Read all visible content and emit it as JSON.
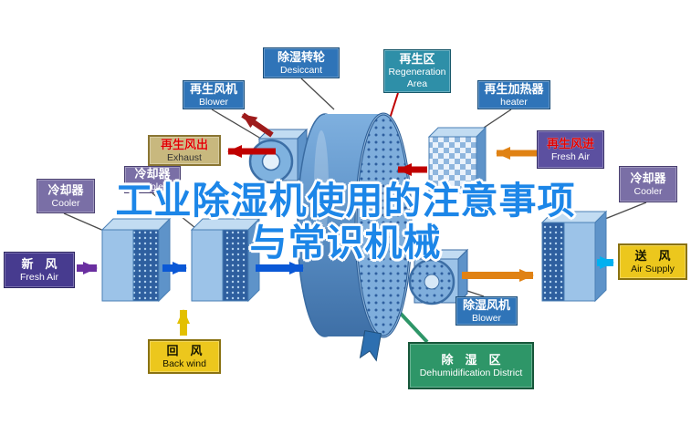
{
  "watermark": {
    "line1": "工业除湿机使用的注意事项",
    "line2": "与常识机械"
  },
  "labels": {
    "desiccant": {
      "zh": "除湿转轮",
      "en": "Desiccant"
    },
    "regen_area": {
      "zh": "再生区",
      "en": "Regeneration Area"
    },
    "regen_blower": {
      "zh": "再生风机",
      "en": "Blower"
    },
    "regen_heater": {
      "zh": "再生加热器",
      "en": "heater"
    },
    "exhaust": {
      "zh": "再生风出",
      "en": "Exhaust"
    },
    "cooler_left_inner": {
      "zh": "冷却器",
      "en": "Cooler"
    },
    "cooler_left_outer": {
      "zh": "冷却器",
      "en": "Cooler"
    },
    "fresh_air": {
      "zh": "新　风",
      "en": "Fresh Air"
    },
    "regen_fresh_air": {
      "zh": "再生风进",
      "en": "Fresh Air"
    },
    "cooler_right": {
      "zh": "冷却器",
      "en": "Cooler"
    },
    "air_supply": {
      "zh": "送　风",
      "en": "Air Supply"
    },
    "back_wind": {
      "zh": "回　风",
      "en": "Back wind"
    },
    "dehumid_blower": {
      "zh": "除湿风机",
      "en": "Blower"
    },
    "dehumid_district": {
      "zh": "除　湿　区",
      "en": "Dehumidification District"
    }
  },
  "colors": {
    "watermark_blue": "#1C86E8",
    "label_blue": "#2F74B8",
    "label_teal": "#2E8FA8",
    "label_purple": "#7A6FA6",
    "label_dark_purple": "#473B8F",
    "label_yellow": "#ECC71D",
    "label_tan": "#C8B87E",
    "label_green": "#2E9668",
    "machine_blue": "#9CC3E8",
    "arrow_red": "#C00000",
    "arrow_dark_red": "#9E1B1B",
    "arrow_orange": "#E08214",
    "arrow_cyan": "#00B0F0",
    "arrow_purple": "#6A2FA0",
    "arrow_blue": "#0A58D6",
    "arrow_yellow": "#E3C000"
  }
}
